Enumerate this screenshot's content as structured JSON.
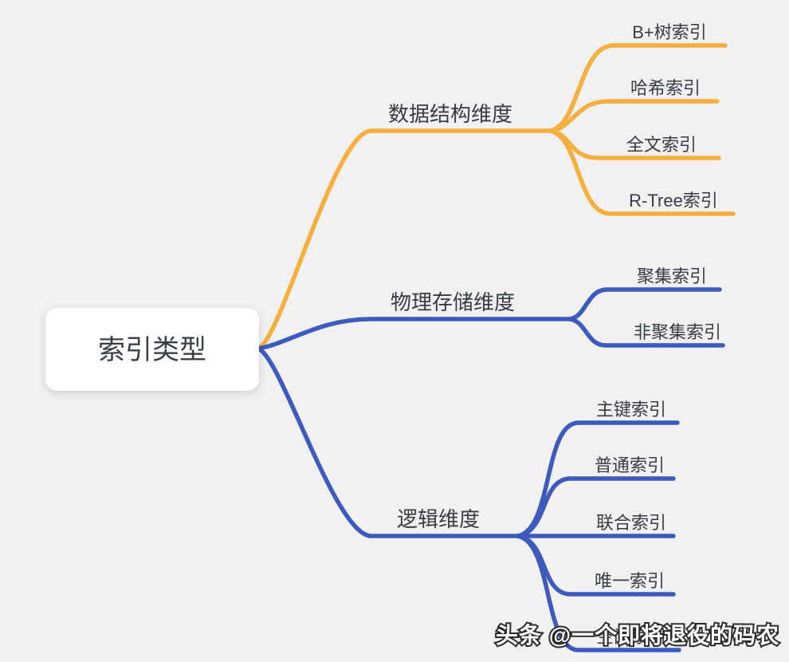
{
  "root": {
    "label": "索引类型"
  },
  "branches": [
    {
      "label": "数据结构维度",
      "color_name": "orange",
      "children": [
        "B+树索引",
        "哈希索引",
        "全文索引",
        "R-Tree索引"
      ]
    },
    {
      "label": "物理存储维度",
      "color_name": "blue",
      "children": [
        "聚集索引",
        "非聚集索引"
      ]
    },
    {
      "label": "逻辑维度",
      "color_name": "blue",
      "children": [
        "主键索引",
        "普通索引",
        "联合索引",
        "唯一索引",
        "空间索引"
      ]
    }
  ],
  "watermark": {
    "text": "头条 @一个即将退役的码农"
  },
  "colors": {
    "branch_orange": "#f6ae3c",
    "branch_blue": "#3d5abe",
    "text": "#383c44",
    "background": "#f1f1f2",
    "root_card": "#ffffff",
    "watermark_fill": "#ffffff",
    "watermark_outline": "#2b2b2b"
  }
}
